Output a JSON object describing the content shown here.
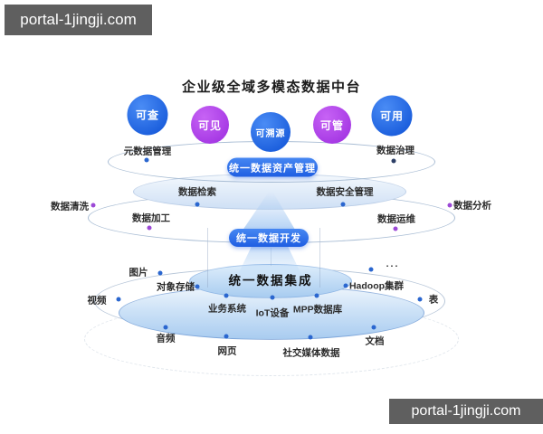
{
  "watermarks": {
    "top_left": "portal-1jingji.com",
    "bottom_right": "portal-1jingji.com"
  },
  "title": "企业级全域多模态数据中台",
  "capabilities": [
    {
      "label": "可查",
      "color": "#2166e4"
    },
    {
      "label": "可见",
      "color": "#b545ef"
    },
    {
      "label": "可溯源",
      "color": "#2166e4"
    },
    {
      "label": "可管",
      "color": "#b545ef"
    },
    {
      "label": "可用",
      "color": "#2166e4"
    }
  ],
  "pills": {
    "asset": "统一数据资产管理",
    "dev": "统一数据开发"
  },
  "governance_ring": {
    "left": "元数据管理",
    "right": "数据治理"
  },
  "asset_ring": {
    "left": "数据检索",
    "right": "数据安全管理"
  },
  "dev_ring": [
    "数据清洗",
    "数据加工",
    "数据运维",
    "数据分析"
  ],
  "integration": {
    "title": "统一数据集成",
    "sources": [
      "图片",
      "对象存储",
      "视频",
      "业务系统",
      "IoT设备",
      "MPP数据库",
      "Hadoop集群",
      "表",
      "...",
      "音频",
      "网页",
      "社交媒体数据",
      "文档"
    ]
  },
  "colors": {
    "blue_circle": "#2166e4",
    "purple_circle": "#b545ef",
    "pill_blue": "#2d6ded",
    "dot_blue": "#2a66cf",
    "dot_purple": "#9c49d6",
    "watermark_bg": "#5f5f5f"
  }
}
